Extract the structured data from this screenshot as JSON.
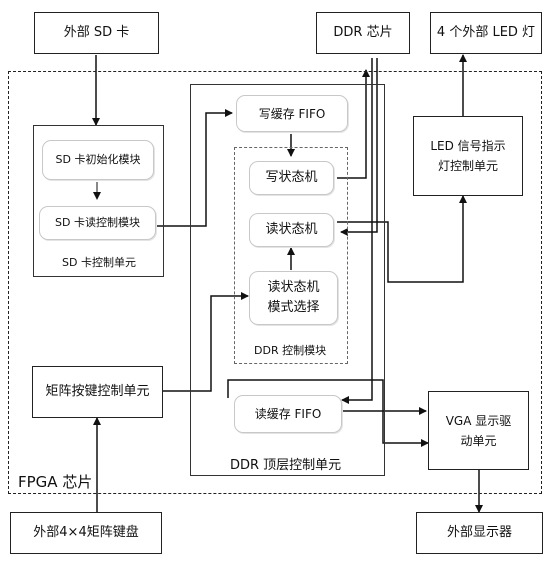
{
  "external": {
    "sd_card": "外部 SD 卡",
    "ddr_chip": "DDR 芯片",
    "led_lights": "4 个外部 LED 灯",
    "keypad": "外部4×4矩阵键盘",
    "display": "外部显示器"
  },
  "fpga": {
    "label": "FPGA 芯片"
  },
  "sd_unit": {
    "label": "SD 卡控制单元",
    "init_module": "SD 卡初始化模块",
    "read_module": "SD 卡读控制模块"
  },
  "ddr_top": {
    "label": "DDR 顶层控制单元",
    "write_fifo": "写缓存 FIFO",
    "read_fifo": "读缓存 FIFO",
    "ctrl_module": {
      "label": "DDR 控制模块",
      "write_fsm": "写状态机",
      "read_fsm": "读状态机",
      "mode_select": "读状态机\n模式选择"
    }
  },
  "led_unit": "LED 信号指示\n灯控制单元",
  "keypad_unit": "矩阵按键控制单元",
  "vga_unit": "VGA 显示驱\n动单元",
  "colors": {
    "line": "#111111",
    "sub_border": "#c8c8c8"
  }
}
